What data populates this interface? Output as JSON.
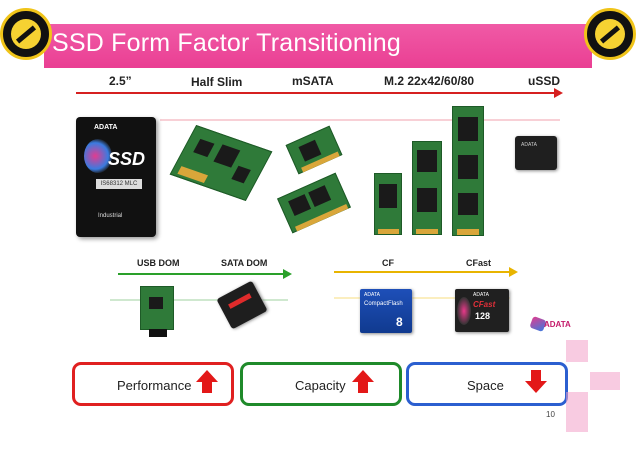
{
  "header": {
    "title": "SSD Form Factor Transitioning"
  },
  "timeline_top": {
    "labels": [
      "2.5”",
      "Half Slim",
      "mSATA",
      "M.2 22x42/60/80",
      "uSSD"
    ]
  },
  "timeline_bottom_left": {
    "labels": [
      "USB DOM",
      "SATA DOM"
    ]
  },
  "timeline_bottom_right": {
    "labels": [
      "CF",
      "CFast"
    ]
  },
  "products": {
    "ssd25_brand": "ADATA",
    "ssd25_text": "SSD",
    "ssd25_industrial": "Industrial",
    "cf_text": "CompactFlash",
    "cf_size": "8",
    "cfast_text": "CFast",
    "cfast_size": "128",
    "adata_logo": "ADATA"
  },
  "metrics": [
    {
      "label": "Performance",
      "trend": "up",
      "border_color": "#e02020"
    },
    {
      "label": "Capacity",
      "trend": "up",
      "border_color": "#1f8a2a"
    },
    {
      "label": "Space",
      "trend": "down",
      "border_color": "#2b5fd0"
    }
  ],
  "footer": {
    "page_number": "10"
  },
  "colors": {
    "accent": "#ec4899",
    "arrow_red": "#d62020",
    "arrow_green": "#2aa02a",
    "arrow_yellow": "#e8b400"
  }
}
